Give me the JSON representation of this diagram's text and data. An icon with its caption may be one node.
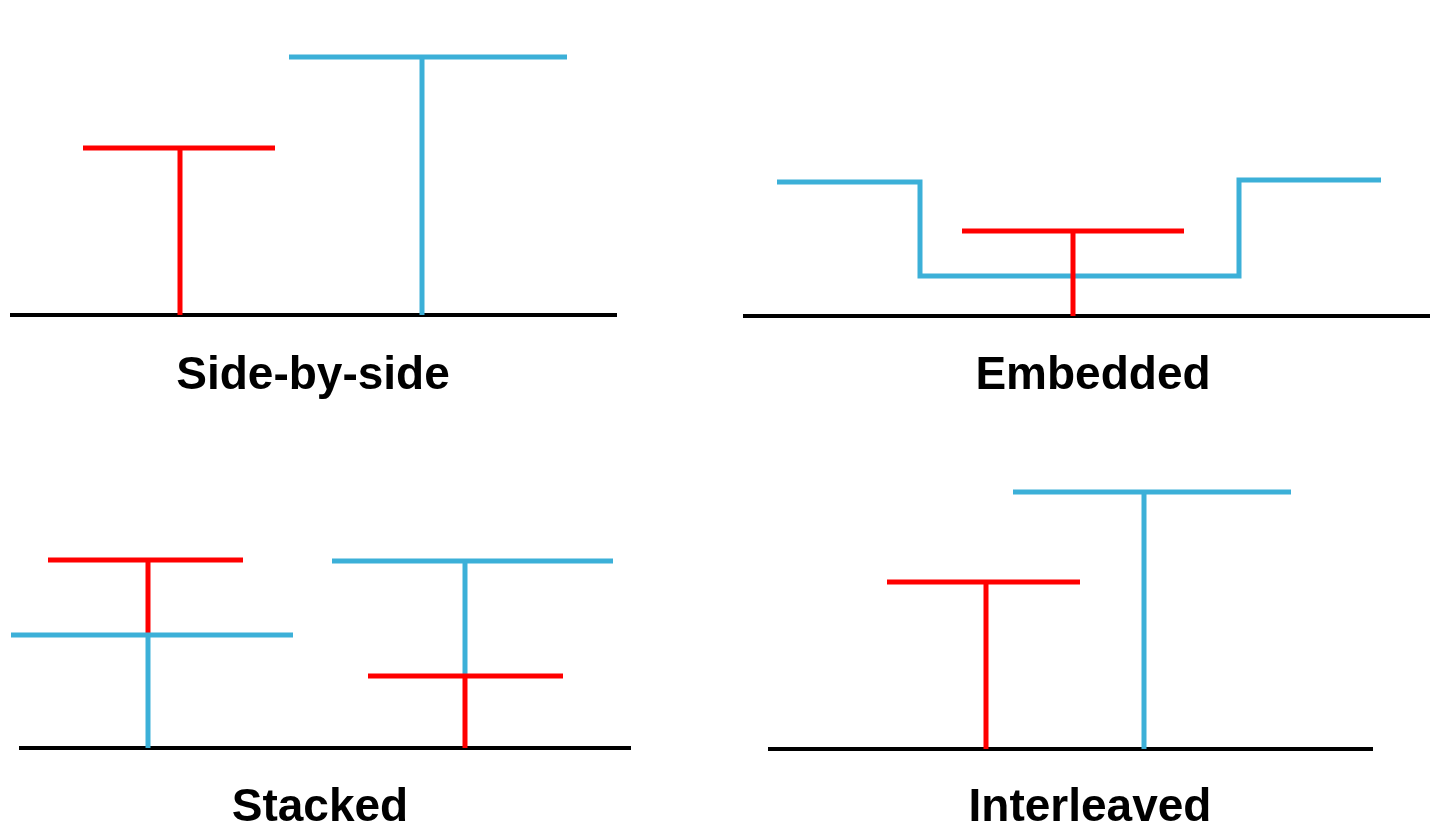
{
  "diagram": {
    "labels": [
      "Side-by-side",
      "Embedded",
      "Stacked",
      "Interleaved"
    ]
  }
}
